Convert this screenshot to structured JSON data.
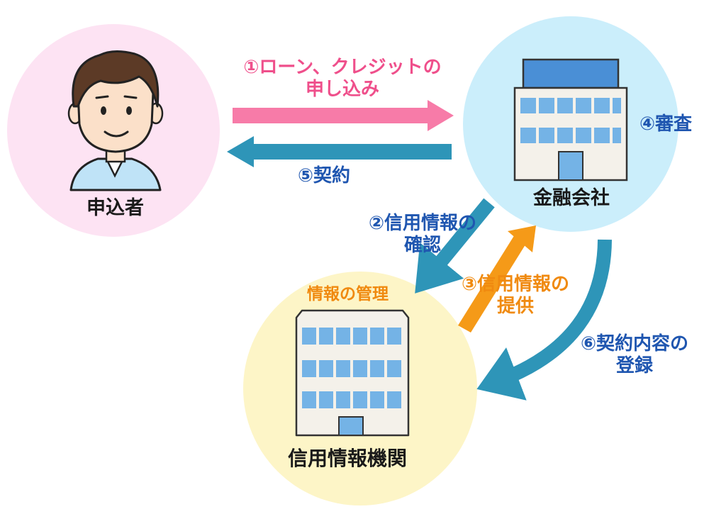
{
  "nodes": {
    "applicant": {
      "label": "申込者"
    },
    "finance": {
      "label": "金融会社",
      "step": "④審査"
    },
    "bureau": {
      "label": "信用情報機関",
      "note": "情報の管理"
    }
  },
  "flows": {
    "apply": {
      "line1": "①ローン、クレジットの",
      "line2": "申し込み"
    },
    "check": {
      "line1": "②信用情報の",
      "line2": "確認"
    },
    "provide": {
      "line1": "③信用情報の",
      "line2": "提供"
    },
    "contract": {
      "label": "⑤契約"
    },
    "register": {
      "line1": "⑥契約内容の",
      "line2": "登録"
    }
  },
  "colors": {
    "applicant_circle": "#fde3f3",
    "finance_circle": "#cbeefb",
    "bureau_circle": "#fdf5c7",
    "arrow_pink": "#f77ba8",
    "arrow_teal": "#2e95b8",
    "arrow_orange": "#f59a18",
    "text_blue": "#1f56b0",
    "text_pink": "#ef4f8b",
    "text_orange": "#f08a10"
  }
}
